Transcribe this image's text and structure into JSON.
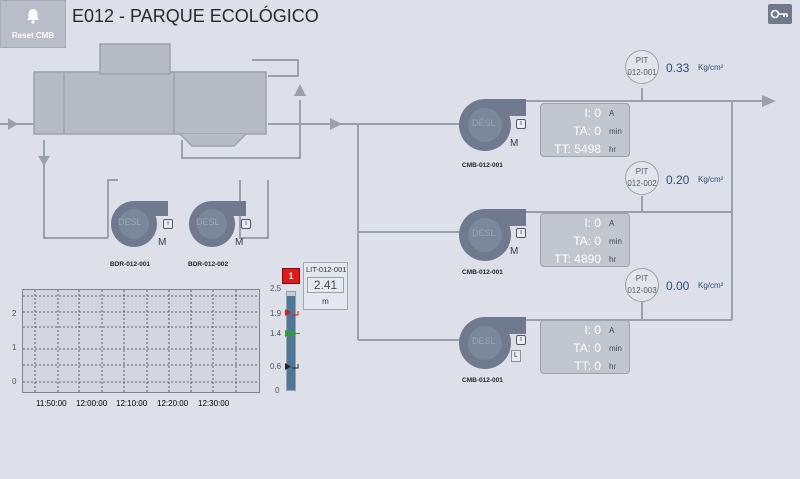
{
  "header": {
    "title": "E012 - PARQUE ECOLÓGICO",
    "reset_label": "Reset CMB"
  },
  "colors": {
    "pipe": "#9aa1ad",
    "equipment": "#6f7a8f",
    "alarm": "#e01919",
    "level_fill": "#4e7696"
  },
  "pumps": [
    {
      "label": "CMB-012-001",
      "symbol": "DESL",
      "mode": "M",
      "current": "I: 0",
      "current_unit": "A",
      "ta": "TA: 0",
      "ta_unit": "min",
      "tt": "TT: 5498",
      "tt_unit": "hr"
    },
    {
      "label": "CMB-012-001",
      "symbol": "DESL",
      "mode": "M",
      "current": "I: 0",
      "current_unit": "A",
      "ta": "TA: 0",
      "ta_unit": "min",
      "tt": "TT: 4890",
      "tt_unit": "hr"
    },
    {
      "label": "CMB-012-001",
      "symbol": "DESL",
      "mode": "L",
      "current": "I: 0",
      "current_unit": "A",
      "ta": "TA: 0",
      "ta_unit": "min",
      "tt": "TT: 0",
      "tt_unit": "hr"
    }
  ],
  "blowers": [
    {
      "label": "BDR-012-001",
      "symbol": "DESL",
      "mode": "M"
    },
    {
      "label": "BDR-012-002",
      "symbol": "DESL",
      "mode": "M"
    }
  ],
  "pits": [
    {
      "tag": "PIT",
      "id": "012-001",
      "value": "0.33",
      "unit": "Kg/cm²"
    },
    {
      "tag": "PIT",
      "id": "012-002",
      "value": "0.20",
      "unit": "Kg/cm²"
    },
    {
      "tag": "PIT",
      "id": "012-003",
      "value": "0.00",
      "unit": "Kg/cm²"
    }
  ],
  "level": {
    "tag": "LIT-012-001",
    "value": "2.41",
    "unit": "m",
    "alarm": "1",
    "scale": [
      "2.5",
      "1.9",
      "1.4",
      "0.6",
      "0"
    ],
    "fill_fraction": 0.964
  },
  "trend": {
    "y_ticks": [
      "2",
      "1",
      "0"
    ],
    "x_ticks": [
      "11:50:00",
      "12:00:00",
      "12:10:00",
      "12:20:00",
      "12:30:00"
    ]
  }
}
